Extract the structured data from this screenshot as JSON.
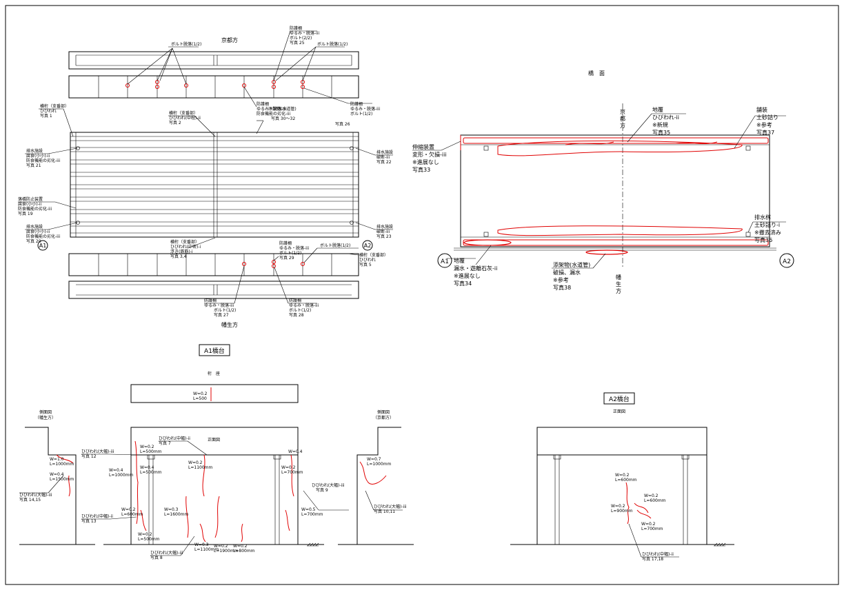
{
  "plan": {
    "kyoto": "京都方",
    "habu": "幡生方",
    "a1": "A1",
    "a2": "A2",
    "top_bolt": "ボルト脱落(1/2)",
    "top_rail_1": "防護柵",
    "top_rail_2": "ゆるみ・脱落-iii",
    "top_rail_3": "ボルト(2/2)",
    "top_rail_4": "写真 25",
    "top_bolt2": "ボルト脱落(1/2)",
    "mid_rail_1": "防護柵",
    "mid_rail_2": "ゆるみ・脱落-iii",
    "mid_rail_3": "添架物(水道管)",
    "mid_rail_4": "防食機能の劣化-iii",
    "mid_rail_5": "写真 30～32",
    "right_rail_1": "防護柵",
    "right_rail_2": "ゆるみ・脱落-iii",
    "right_rail_3": "ボルト(1/2)",
    "right_rail_4": "写真 26",
    "left_beam_1": "横桁（支番部）",
    "left_beam_2": "ひびわれ",
    "left_beam_3": "写真 1",
    "mid_beam_1": "横桁（支番部）",
    "mid_beam_2": "ひびわれ(中程)-ii",
    "mid_beam_3": "写真 2",
    "drain_l_1": "排水施設",
    "drain_l_2": "腐食(小小)-ii",
    "drain_l_3": "防食機能の劣化-iii",
    "drain_l_4": "写真 21",
    "fall_1": "落橋防止装置",
    "fall_2": "腐食(小小)-ii",
    "fall_3": "防食機能の劣化-iii",
    "fall_4": "写真 19",
    "drain_l2_1": "排水施設",
    "drain_l2_2": "腐食(小小)-ii",
    "drain_l2_3": "防食機能の劣化-iii",
    "drain_l2_4": "写真 20",
    "drain_r_1": "排水施設",
    "drain_r_2": "破断-iii",
    "drain_r_3": "写真 22",
    "drain_r2_1": "排水施設",
    "drain_r2_2": "破断-iii",
    "drain_r2_3": "写真 23",
    "bot_beam_1": "横桁（支番部）",
    "bot_beam_2": "ひびわれ(中密)-i",
    "bot_beam_3": "浮き(鉄筋)-i",
    "bot_beam_4": "写真 3,4",
    "bot_rail_1": "防護柵",
    "bot_rail_2": "ゆるみ・脱落-iii",
    "bot_rail_3": "ボルト(1/2)",
    "bot_rail_4": "写真 29",
    "bot_bolt": "ボルト脱落(1/2)",
    "bot_right_beam_1": "横桁（支番部）",
    "bot_right_beam_2": "ひびわれ",
    "bot_right_beam_3": "写真 5",
    "bot_rail_l_1": "防護柵",
    "bot_rail_l_2": "ゆるみ・脱落-iii",
    "bot_rail_l_3": "ボルト(1/2)",
    "bot_rail_l_4": "写真 27",
    "bot_rail_r_1": "防護柵",
    "bot_rail_r_2": "ゆるみ・脱落-iii",
    "bot_rail_r_3": "ボルト(1/2)",
    "bot_rail_r_4": "写真 28"
  },
  "deck": {
    "title": "橋　面",
    "kyoto": "京\n都\n方",
    "habu": "幡\n生\n方",
    "a1": "A1",
    "a2": "A2",
    "joint_1": "伸縮装置",
    "joint_2": "変形・欠損-iii",
    "joint_3": "※進展なし",
    "joint_4": "写真33",
    "rail_1": "地覆",
    "rail_2": "ひびわれ-ii",
    "rail_3": "※新規",
    "rail_4": "写真35",
    "pave_1": "舗装",
    "pave_2": "土砂詰り",
    "pave_3": "※参考",
    "pave_4": "写真37",
    "drain_1": "排水桝",
    "drain_2": "土砂詰り-i",
    "drain_3": "※撤去済み",
    "drain_4": "写真36",
    "curb_1": "地覆",
    "curb_2": "漏水・遊離石灰-ii",
    "curb_3": "※進展なし",
    "curb_4": "写真34",
    "pipe_1": "添架物(水道管)",
    "pipe_2": "破損、漏水",
    "pipe_3": "※参考",
    "pipe_4": "写真38"
  },
  "a1": {
    "title": "A1橋台",
    "seat": "桁　座",
    "seat_w": "W=0.2",
    "seat_l": "L=500",
    "front": "正面図",
    "side_l_1": "側面図",
    "side_l_2": "（幡生方）",
    "side_r_1": "側面図",
    "side_r_2": "（京都方）",
    "w1": "W=1.0",
    "l1": "L=1000mm",
    "w2": "W=0.4",
    "l2": "L=1500mm",
    "crack_big_l": "ひびわれ(大幅)-iii",
    "crack_big_l_p": "写真 14,15",
    "crack_big1": "ひびわれ(大幅)-iii",
    "crack_big1_p": "写真 12",
    "w3": "W=0.4",
    "l3": "L=1000mm",
    "w4": "W=0.2",
    "l4": "L=500mm",
    "w5": "W=0.4",
    "l5": "L=500mm",
    "crack_mid1": "ひびわれ(中幅)-ii",
    "crack_mid1_p": "写真 7",
    "w6": "W=0.2",
    "l6": "L=1100mm",
    "crack_mid2": "ひびわれ(中幅)-ii",
    "crack_mid2_p": "写真 13",
    "w7": "W=0.2",
    "l7": "L=600mm",
    "w8": "W=0.2",
    "l8": "L=500mm",
    "w9": "W=0.3",
    "l9": "L=1600mm",
    "w10": "W=0.3",
    "l10": "L=1100mm",
    "w11": "W=0.2",
    "l11": "L=1900mm",
    "w12": "W=0.2",
    "l12": "L=800mm",
    "crack_big2": "ひびわれ(大幅)-iii",
    "crack_big2_p": "写真 8",
    "w13": "W=0.4",
    "w14": "W=0.2",
    "l14": "L=700mm",
    "crack_big3": "ひびわれ(大幅)-iii",
    "crack_big3_p": "写真 9",
    "w15": "W=0.5",
    "l15": "L=700mm",
    "w16": "W=0.7",
    "l16": "L=1000mm",
    "crack_big4": "ひびわれ(大幅)-iii",
    "crack_big4_p": "写真 10,11"
  },
  "a2": {
    "title": "A2橋台",
    "front": "正面図",
    "w1": "W=0.2",
    "l1": "L=600mm",
    "w2": "W=0.2",
    "l2": "L=600mm",
    "w3": "W=0.2",
    "l3": "L=900mm",
    "w4": "W=0.2",
    "l4": "L=700mm",
    "crack": "ひびわれ(中幅)-ii",
    "crack_p": "写真 17,18"
  },
  "colors": {
    "damage": "#e00000",
    "line": "#000000"
  }
}
